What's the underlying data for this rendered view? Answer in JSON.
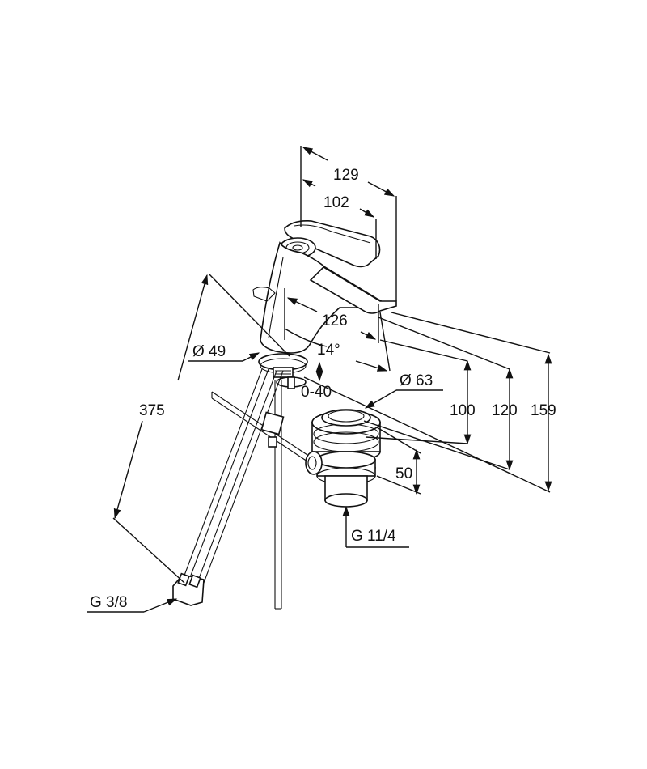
{
  "diagram": {
    "dimensions": {
      "d129": "129",
      "d102": "102",
      "d126": "126",
      "angle": "14°",
      "dia49": "49",
      "range": "0-40",
      "dia63": "63",
      "h100": "100",
      "h120": "120",
      "h159": "159",
      "d375": "375",
      "d50": "50"
    },
    "threads": {
      "waste": "G 11/4",
      "supply": "G 3/8"
    },
    "diameter_symbol": "Ø"
  }
}
